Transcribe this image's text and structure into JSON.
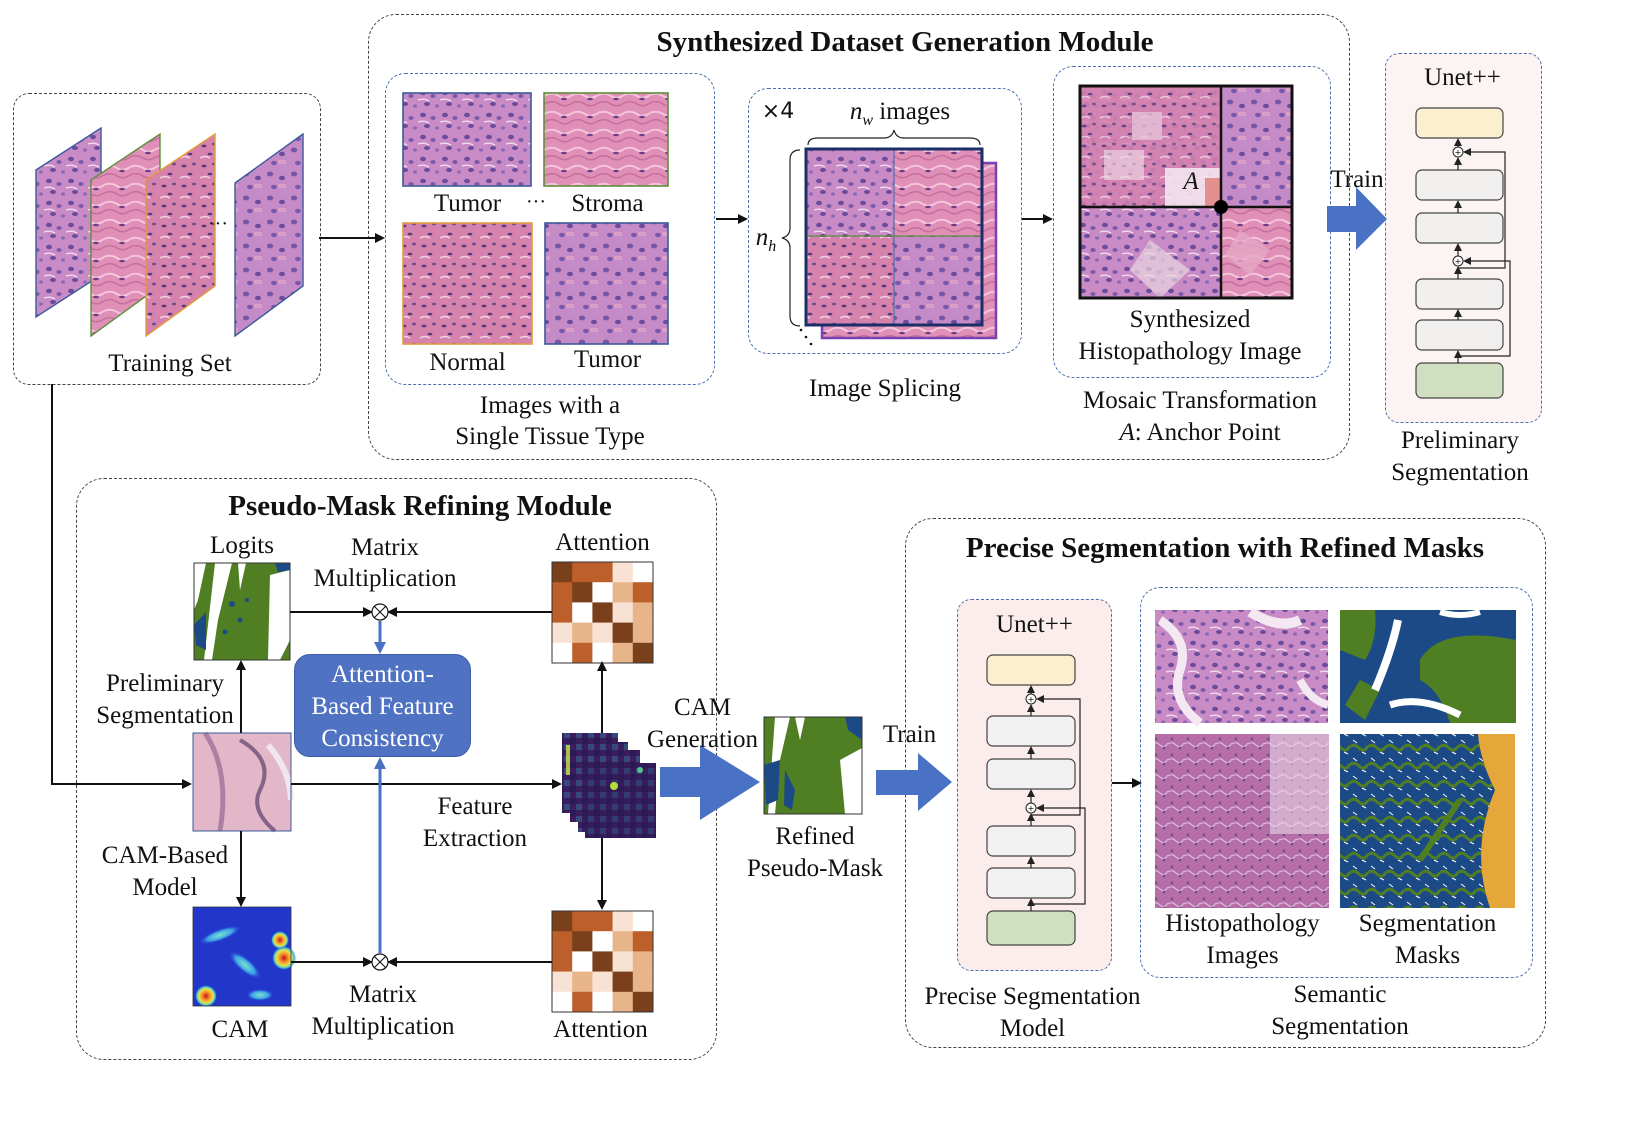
{
  "modules": {
    "synth": {
      "title": "Synthesized Dataset Generation Module"
    },
    "pseudo": {
      "title": "Pseudo-Mask Refining Module"
    },
    "precise": {
      "title": "Precise Segmentation with Refined Masks"
    }
  },
  "training_set": {
    "label": "Training Set",
    "ellipsis": "···"
  },
  "single_tissue": {
    "tiles": [
      {
        "label": "Tumor",
        "border": "#3a5a9a"
      },
      {
        "label": "Stroma",
        "border": "#5d8f3a"
      },
      {
        "label": "Normal",
        "border": "#e39a3b"
      },
      {
        "label": "Tumor",
        "border": "#3a5a9a"
      }
    ],
    "ellipsis": "···",
    "caption_line1": "Images with a",
    "caption_line2": "Single Tissue Type"
  },
  "splicing": {
    "repeat": "×4",
    "nw_var": "n",
    "nw_sub": "w",
    "nw_text": " images",
    "nh_var": "n",
    "nh_sub": "h",
    "caption": "Image Splicing"
  },
  "mosaic": {
    "anchor": "A",
    "inner_line1": "Synthesized",
    "inner_line2": "Histopathology Image",
    "caption_line1": "Mosaic Transformation",
    "caption_anchor": "A",
    "caption_line2_rest": ": Anchor Point"
  },
  "prelim_model": {
    "title": "Unet++",
    "train_label": "Train",
    "caption_line1": "Preliminary",
    "caption_line2": "Segmentation"
  },
  "pseudo": {
    "logits": "Logits",
    "matmul_top_1": "Matrix",
    "matmul_top_2": "Multiplication",
    "attention_top": "Attention",
    "prelim_1": "Preliminary",
    "prelim_2": "Segmentation",
    "afc_1": "Attention-",
    "afc_2": "Based Feature",
    "afc_3": "Consistency",
    "feature_1": "Feature",
    "feature_2": "Extraction",
    "cam_model_1": "CAM-Based",
    "cam_model_2": "Model",
    "cam": "CAM",
    "matmul_bot_1": "Matrix",
    "matmul_bot_2": "Multiplication",
    "attention_bot": "Attention",
    "attention_matrix": [
      [
        3,
        2,
        2,
        0,
        -1
      ],
      [
        2,
        3,
        -1,
        1,
        2
      ],
      [
        2,
        -1,
        3,
        0,
        1
      ],
      [
        0,
        1,
        0,
        3,
        1
      ],
      [
        -1,
        2,
        -1,
        1,
        3
      ]
    ]
  },
  "cam_gen": {
    "line1": "CAM",
    "line2": "Generation"
  },
  "refined": {
    "line1": "Refined",
    "line2": "Pseudo-Mask"
  },
  "train2": {
    "label": "Train"
  },
  "precise": {
    "unet_title": "Unet++",
    "model_caption_1": "Precise Segmentation",
    "model_caption_2": "Model",
    "hist_1": "Histopathology",
    "hist_2": "Images",
    "mask_1": "Segmentation",
    "mask_2": "Masks",
    "sem_1": "Semantic",
    "sem_2": "Segmentation"
  },
  "colors": {
    "tissue_pink": "#d98bbd",
    "tissue_purple": "#9b6fc0",
    "mask_green": "#4f7f22",
    "mask_blue": "#1c4a87",
    "mask_orange": "#e6a73a",
    "arrow_blue": "#4a72c4",
    "afc_fill": "#4f73c2",
    "unet_top": "#fbefd0",
    "unet_mid": "#f1f0ef",
    "unet_bottom": "#cfdfc0",
    "unet_panel": "#fcf4f3",
    "attn_levels": [
      "#f8e2d4",
      "#e8b48a",
      "#bc5f2a",
      "#7a3f1b",
      "#ffffff"
    ]
  }
}
